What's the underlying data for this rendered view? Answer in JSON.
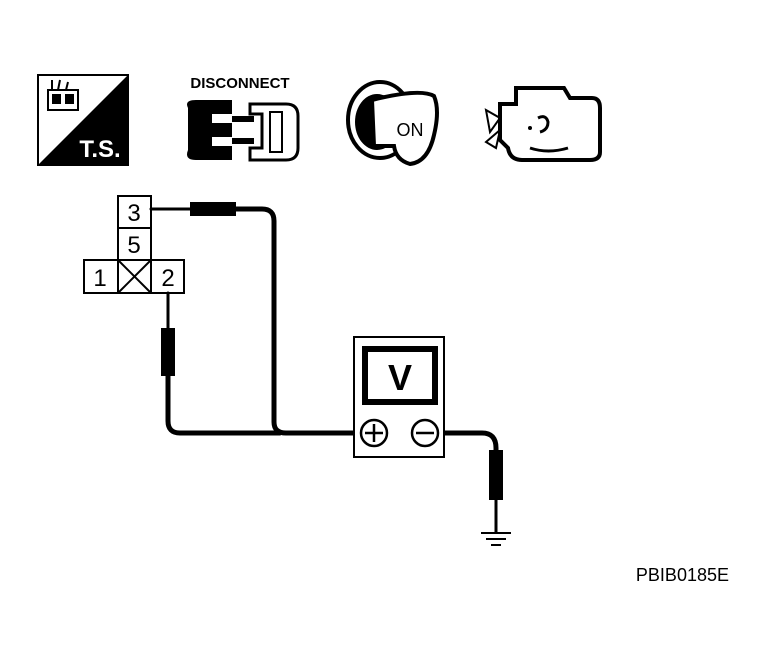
{
  "icons": {
    "ts_label": "T.S.",
    "disconnect_label": "DISCONNECT",
    "ignition_label": "ON"
  },
  "connector": {
    "terminal_top": "3",
    "terminal_middle": "5",
    "terminal_left": "1",
    "terminal_right": "2"
  },
  "meter": {
    "symbol": "V"
  },
  "figure_id": "PBIB0185E"
}
